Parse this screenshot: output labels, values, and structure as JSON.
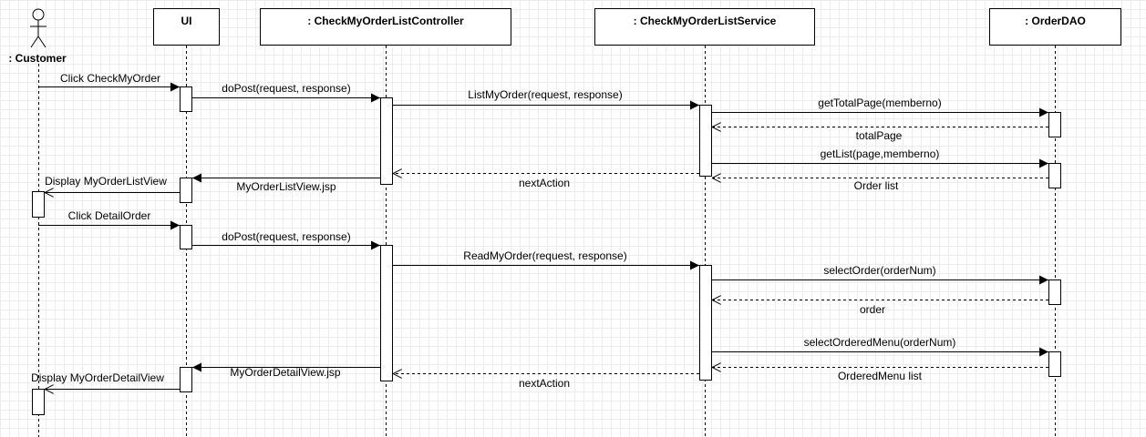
{
  "actor": {
    "name": ": Customer"
  },
  "lifelines": [
    {
      "id": "ui",
      "name": "UI"
    },
    {
      "id": "controller",
      "name": ": CheckMyOrderListController"
    },
    {
      "id": "service",
      "name": ": CheckMyOrderListService"
    },
    {
      "id": "dao",
      "name": ": OrderDAO"
    }
  ],
  "messages": [
    {
      "text": "Click CheckMyOrder",
      "type": "sync"
    },
    {
      "text": "doPost(request, response)",
      "type": "sync"
    },
    {
      "text": "ListMyOrder(request, response)",
      "type": "sync"
    },
    {
      "text": "getTotalPage(memberno)",
      "type": "sync"
    },
    {
      "text": "totalPage",
      "type": "return"
    },
    {
      "text": "getList(page,memberno)",
      "type": "sync"
    },
    {
      "text": "Order list",
      "type": "return"
    },
    {
      "text": "nextAction",
      "type": "return"
    },
    {
      "text": "MyOrderListView.jsp",
      "type": "sync"
    },
    {
      "text": "Display MyOrderListView",
      "type": "return"
    },
    {
      "text": "Click DetailOrder",
      "type": "sync"
    },
    {
      "text": "doPost(request, response)",
      "type": "sync"
    },
    {
      "text": "ReadMyOrder(request, response)",
      "type": "sync"
    },
    {
      "text": "selectOrder(orderNum)",
      "type": "sync"
    },
    {
      "text": "order",
      "type": "return"
    },
    {
      "text": "selectOrderedMenu(orderNum)",
      "type": "sync"
    },
    {
      "text": "OrderedMenu list",
      "type": "return"
    },
    {
      "text": "nextAction",
      "type": "return"
    },
    {
      "text": "MyOrderDetailView.jsp",
      "type": "sync"
    },
    {
      "text": "Display MyOrderDetailView",
      "type": "return"
    }
  ]
}
